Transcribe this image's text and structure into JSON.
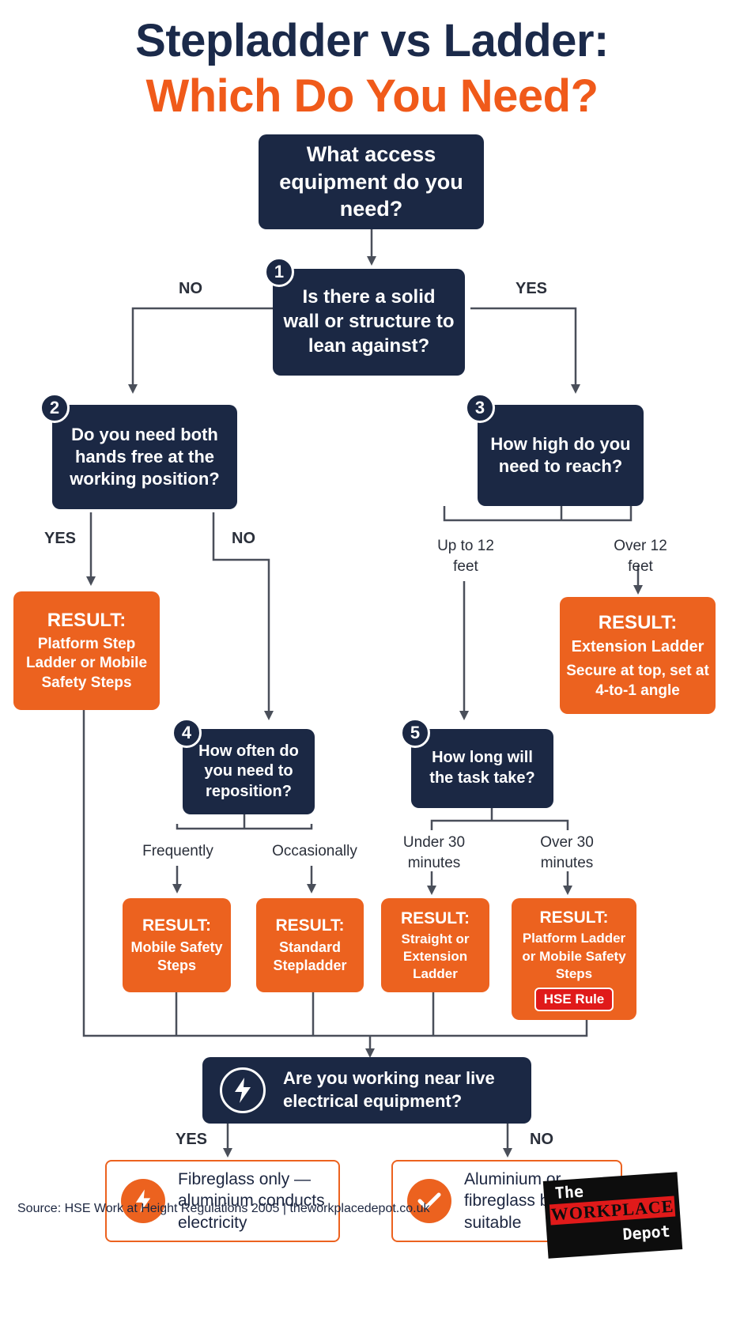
{
  "title": {
    "line1": "Stepladder vs Ladder:",
    "line2": "Which Do You Need?"
  },
  "start": {
    "text": "What access equipment do you need?"
  },
  "q1": {
    "number": "1",
    "text": "Is there a solid wall or structure to lean against?",
    "no_label": "NO",
    "yes_label": "YES"
  },
  "q2": {
    "number": "2",
    "text": "Do you need both hands free at the working position?",
    "yes_label": "YES",
    "no_label": "NO"
  },
  "q3": {
    "number": "3",
    "text": "How high do you need to reach?",
    "low_label": "Up to 12 feet",
    "high_label": "Over 12 feet"
  },
  "q4": {
    "number": "4",
    "text": "How often do you need to reposition?",
    "frequent_label": "Frequently",
    "occasional_label": "Occasionally"
  },
  "q5": {
    "number": "5",
    "text": "How long will the task take?",
    "short_label": "Under 30 minutes",
    "long_label": "Over 30 minutes"
  },
  "results": {
    "platform_steps": {
      "heading": "RESULT:",
      "body": "Platform Step Ladder or Mobile Safety Steps"
    },
    "extension": {
      "heading": "RESULT:",
      "body1": "Extension Ladder",
      "body2": "Secure at top, set at 4-to-1 angle"
    },
    "mobile_steps": {
      "heading": "RESULT:",
      "body": "Mobile Safety Steps"
    },
    "standard": {
      "heading": "RESULT:",
      "body": "Standard Stepladder"
    },
    "straight": {
      "heading": "RESULT:",
      "body": "Straight or Extension Ladder"
    },
    "platform_ladder": {
      "heading": "RESULT:",
      "body": "Platform Ladder or Mobile Safety Steps",
      "badge": "HSE Rule"
    }
  },
  "electrical": {
    "question": "Are you working near live electrical equipment?",
    "yes_label": "YES",
    "no_label": "NO",
    "yes_outcome": "Fibreglass only — aluminium conducts electricity",
    "no_outcome": "Aluminium or fibreglass both suitable",
    "icon": "lightning-bolt-icon",
    "yes_icon": "lightning-bolt-icon",
    "no_icon": "checkmark-icon"
  },
  "footer": {
    "source": "Source: HSE Work at Height Regulations 2005 | theworkplacedepot.co.uk"
  },
  "logo": {
    "line1": "The",
    "line2": "WORKPLACE",
    "line3": "Depot"
  },
  "colors": {
    "navy": "#1b2844",
    "orange": "#ec621f",
    "title_orange": "#f05a1a",
    "hse_red": "#e01a1a"
  }
}
